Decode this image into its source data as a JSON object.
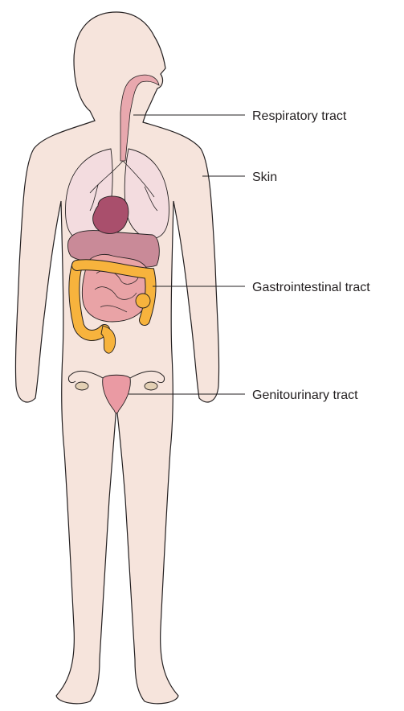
{
  "labels": {
    "respiratory": "Respiratory tract",
    "skin": "Skin",
    "gastrointestinal": "Gastrointestinal tract",
    "genitourinary": "Genitourinary tract"
  },
  "colors": {
    "skin": "#f6e4dc",
    "outline": "#231f20",
    "lungs": "#f3dcdf",
    "airway": "#e8a8ae",
    "liver": "#c98a98",
    "stomach": "#a94f6c",
    "small_intestine": "#e9a3a6",
    "colon": "#f7b33d",
    "uterus": "#ea9aa3",
    "ovary": "#e3d0b4"
  }
}
